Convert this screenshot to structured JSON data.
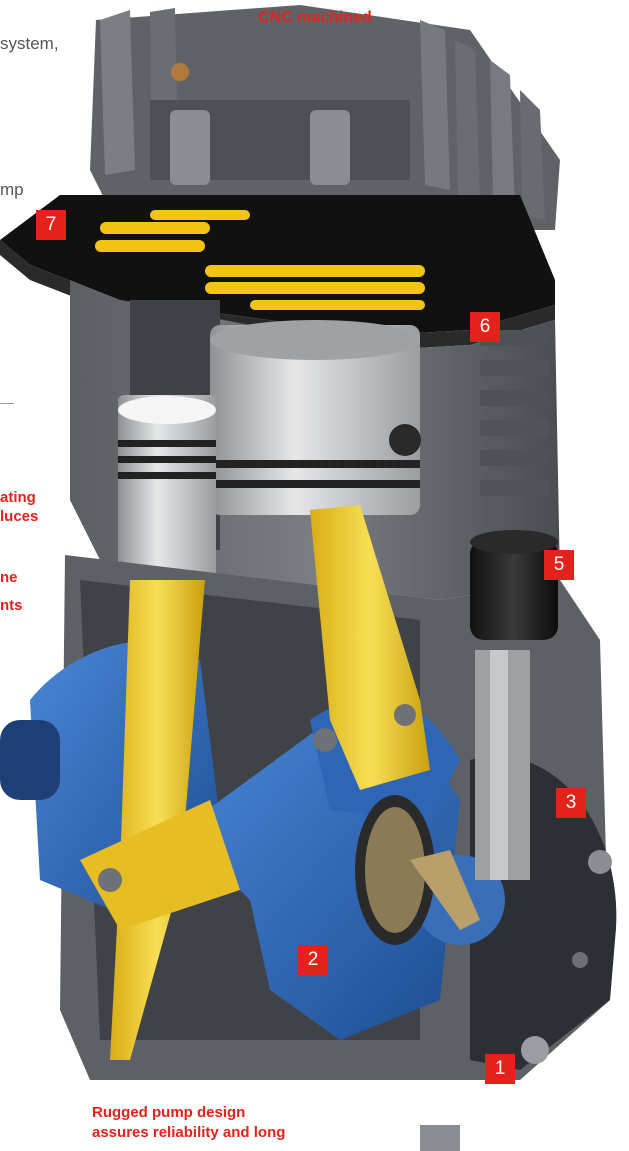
{
  "captions": {
    "top": "CNC machined",
    "bottom_line1": "Rugged pump design",
    "bottom_line2": "assures reliability and long"
  },
  "cut_text": {
    "line1": "system,",
    "line2": "mp",
    "red1": "ating",
    "red2": "luces",
    "red3": "ne",
    "red4": "nts"
  },
  "callouts": [
    "1",
    "2",
    "3",
    "5",
    "6",
    "7"
  ],
  "colors": {
    "accent": "#e3231b",
    "body": "#6e7276",
    "fins": "#4f5357",
    "crank": "#2f67b5",
    "rod": "#f2cd2e",
    "gasket": "#111111"
  }
}
